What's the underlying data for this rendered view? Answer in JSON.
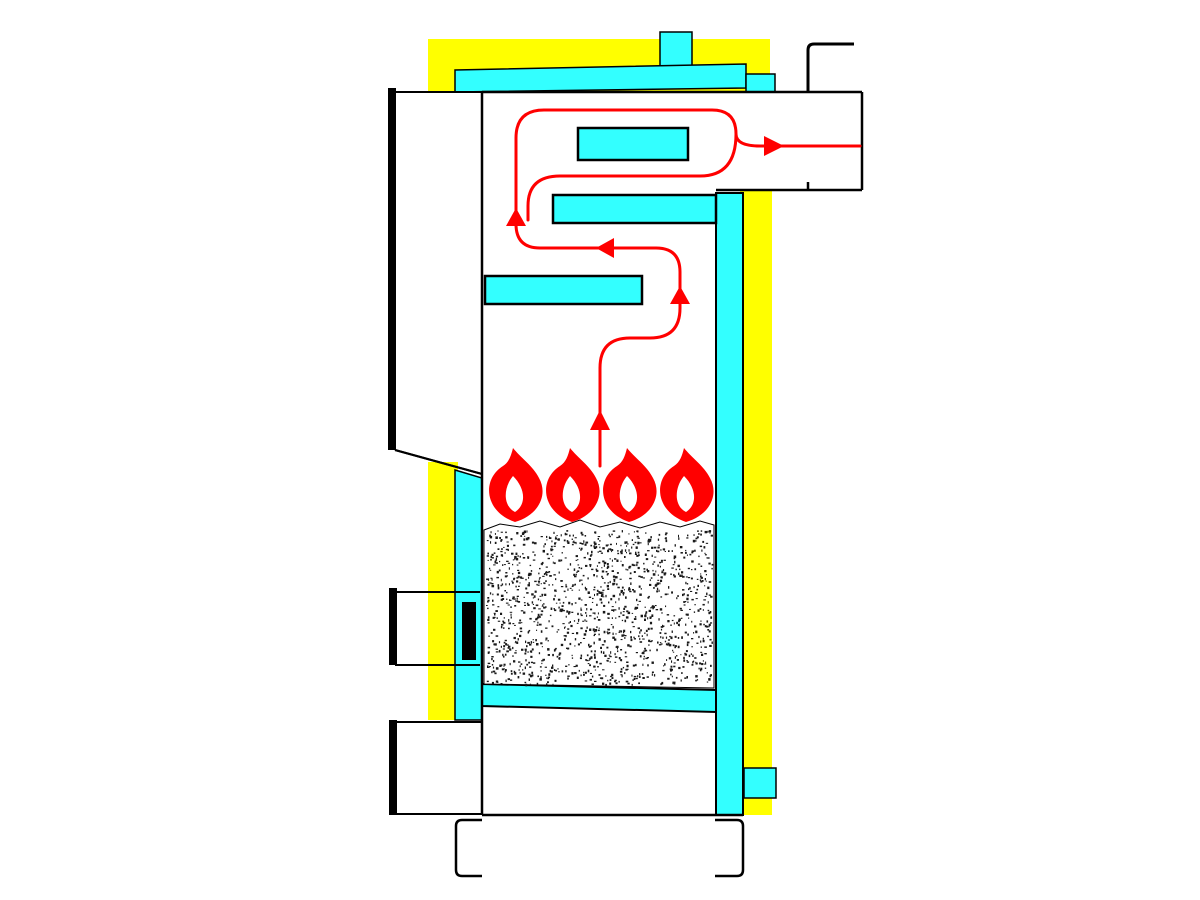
{
  "diagram": {
    "colors": {
      "insulation": "#ffff00",
      "water_jacket": "#33ffff",
      "flame": "#ff0000",
      "gas_path": "#ff0000",
      "outline": "#000000",
      "fuel_speckle": "#1a1a1a",
      "background": "#ffffff"
    },
    "flame_count": 4,
    "baffle_count": 3,
    "parts": [
      "insulation",
      "water-jacket",
      "baffles",
      "flue-gas-path",
      "flames",
      "fuel-bed",
      "grate",
      "loading-door",
      "ash-door",
      "chimney-outlet",
      "base-legs"
    ]
  }
}
